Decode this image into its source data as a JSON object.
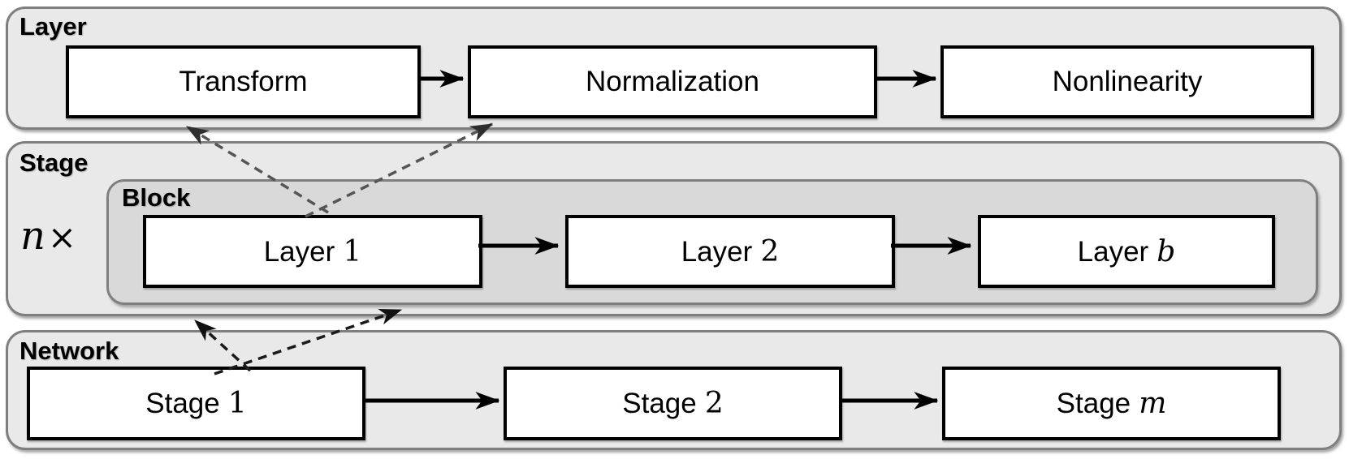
{
  "diagram": {
    "groups": {
      "layer": {
        "label": "Layer",
        "boxes": [
          {
            "text": "Transform"
          },
          {
            "text": "Normalization"
          },
          {
            "text": "Nonlinearity"
          }
        ]
      },
      "stage": {
        "label": "Stage",
        "multiplier_n": "n",
        "multiplier_times": "×",
        "block": {
          "label": "Block",
          "boxes": [
            {
              "word": "Layer",
              "var": "1"
            },
            {
              "word": "Layer",
              "var": "2"
            },
            {
              "word": "Layer",
              "var": "b"
            }
          ]
        }
      },
      "network": {
        "label": "Network",
        "boxes": [
          {
            "word": "Stage",
            "var": "1"
          },
          {
            "word": "Stage",
            "var": "2"
          },
          {
            "word": "Stage",
            "var": "m"
          }
        ]
      }
    },
    "colors": {
      "group_fill": "#e9e9e9",
      "block_fill": "#d9d9d9",
      "group_border": "#7f7f7f",
      "box_fill": "#ffffff",
      "box_border": "#000000",
      "solid_arrow": "#000000",
      "dashed_arrow_upper": "#555555",
      "dashed_arrow_lower": "#1a1a1a"
    }
  }
}
